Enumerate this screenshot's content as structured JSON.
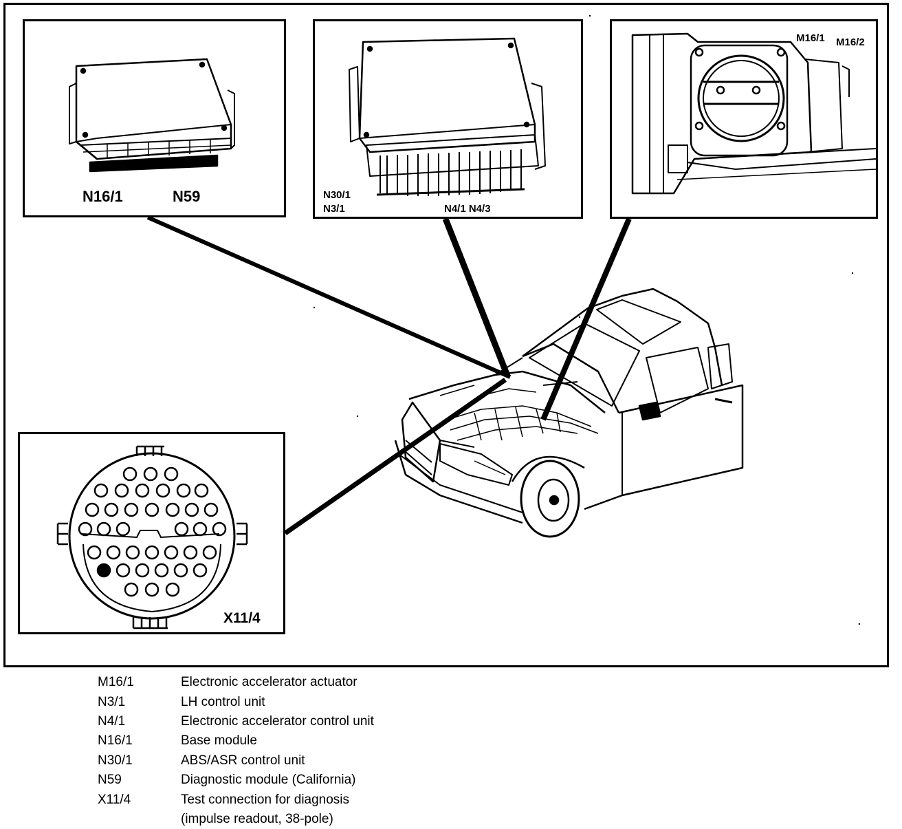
{
  "insets": {
    "base_module": {
      "label_left": "N16/1",
      "label_right": "N59"
    },
    "control_units": {
      "label_a": "N30/1",
      "label_b": "N3/1",
      "label_c": "N4/1 N4/3"
    },
    "throttle": {
      "label_a": "M16/1",
      "label_b": "M16/2"
    },
    "connector": {
      "label": "X11/4"
    }
  },
  "legend": [
    {
      "code": "M16/1",
      "description": "Electronic accelerator actuator"
    },
    {
      "code": "N3/1",
      "description": "LH control unit"
    },
    {
      "code": "N4/1",
      "description": "Electronic accelerator control unit"
    },
    {
      "code": "N16/1",
      "description": "Base module"
    },
    {
      "code": "N30/1",
      "description": "ABS/ASR control unit"
    },
    {
      "code": "N59",
      "description": "Diagnostic module (California)"
    },
    {
      "code": "X11/4",
      "description": "Test connection for diagnosis"
    },
    {
      "code": "",
      "description": "(impulse readout, 38-pole)"
    }
  ]
}
